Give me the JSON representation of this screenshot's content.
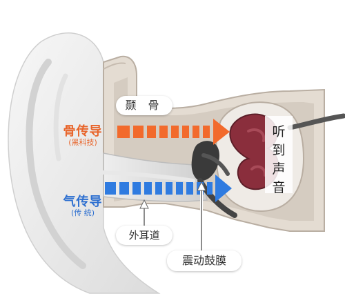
{
  "labels": {
    "bone_conduction": "骨传导",
    "bone_conduction_note": "(黑科技)",
    "air_conduction": "气传导",
    "air_conduction_note": "(传 统)",
    "temporal_bone": "颞 骨",
    "ear_canal": "外耳道",
    "eardrum": "震动鼓膜",
    "hear_sound": "听到声音"
  },
  "colors": {
    "bone_arrow": "#f26a2c",
    "air_arrow": "#2f7be0",
    "inner_ear": "#8a2e3c",
    "bone_tissue": "#e4dcd2"
  }
}
